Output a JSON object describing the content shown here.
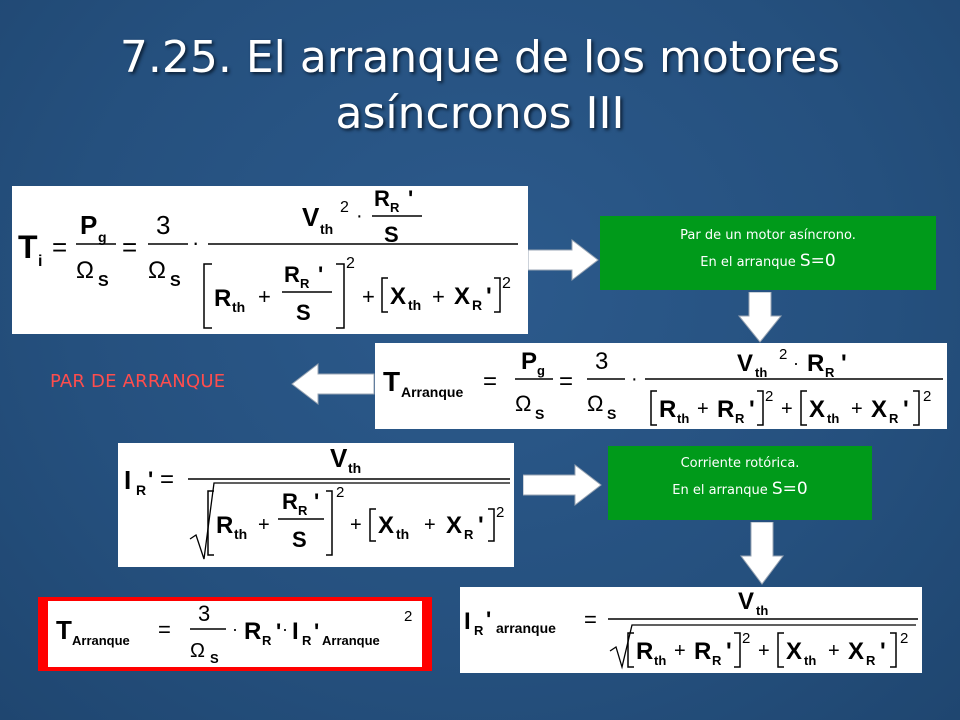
{
  "slide": {
    "title_line1": "7.25. El arranque de los motores",
    "title_line2": "asíncronos III"
  },
  "eq_torque": {
    "lhs": "T",
    "lhs_sub": "i",
    "eq": "=",
    "pg": "P",
    "pg_sub": "g",
    "omega": "Ω",
    "omega_sub": "S",
    "three": "3",
    "dot": "·",
    "vth": "V",
    "vth_sub": "th",
    "exp2": "2",
    "rr": "R",
    "rr_sub": "R",
    "prime": "'",
    "s": "S",
    "rth": "R",
    "rth_sub": "th",
    "plus": "+",
    "xth": "X",
    "xth_sub": "th",
    "xr": "X",
    "xr_sub": "R"
  },
  "green_box_1": {
    "line1": "Par de  un motor asíncrono.",
    "line2": "En el arranque ",
    "cond": "S=0"
  },
  "par_label": "PAR DE ARRANQUE",
  "eq_start_torque": {
    "lhs": "T",
    "lhs_sub": "Arranque"
  },
  "eq_current": {
    "lhs": "I",
    "lhs_sub": "R"
  },
  "green_box_2": {
    "line1": "Corriente rotórica.",
    "line2": "En el arranque ",
    "cond": "S=0"
  },
  "eq_red": {
    "lhs": "T",
    "lhs_sub": "Arranque",
    "i": "I",
    "i_sub": "R",
    "i_sub2": "Arranque"
  },
  "eq_current_start": {
    "lhs": "I",
    "lhs_sub": "R",
    "lhs_sub2": "arranque"
  },
  "colors": {
    "background": "#26507f",
    "green_box": "#009a1a",
    "red_box": "#ff0000",
    "par_label": "#ff4d4d"
  }
}
